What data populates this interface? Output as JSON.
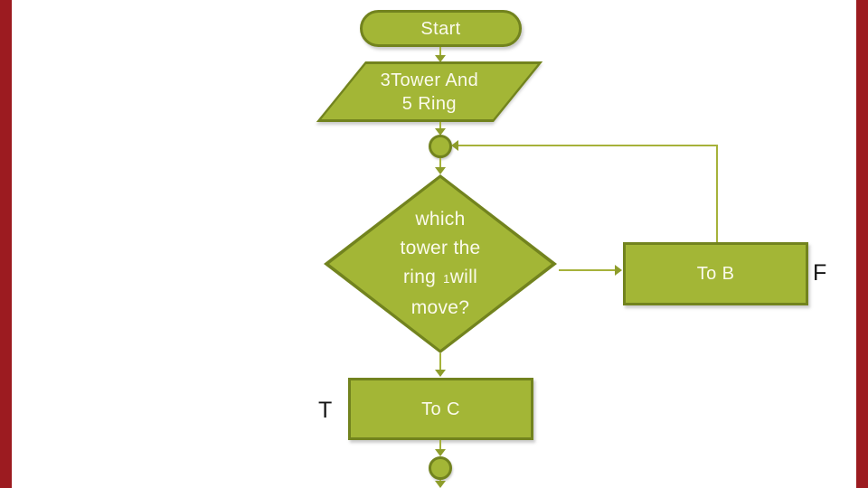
{
  "colors": {
    "background": "#FFFFFF",
    "accent_bar": "#9C1B20",
    "shape_fill": "#A3B636",
    "shape_border": "#72831E",
    "connector_line": "#A6B23A",
    "arrowhead": "#8E9D2B",
    "shape_text": "#FBFAEC",
    "branch_label": "#141414"
  },
  "flowchart": {
    "start_label": "Start",
    "input_line1": "3Tower And",
    "input_line2": "5 Ring",
    "decision_line1": "which",
    "decision_line2": "tower the",
    "decision_line3_pre": "ring",
    "decision_line3_num": "1",
    "decision_line3_post": "will",
    "decision_line4": "move?",
    "process_b_label": "To B",
    "process_c_label": "To C",
    "false_branch_label": "F",
    "true_branch_label": "T"
  }
}
